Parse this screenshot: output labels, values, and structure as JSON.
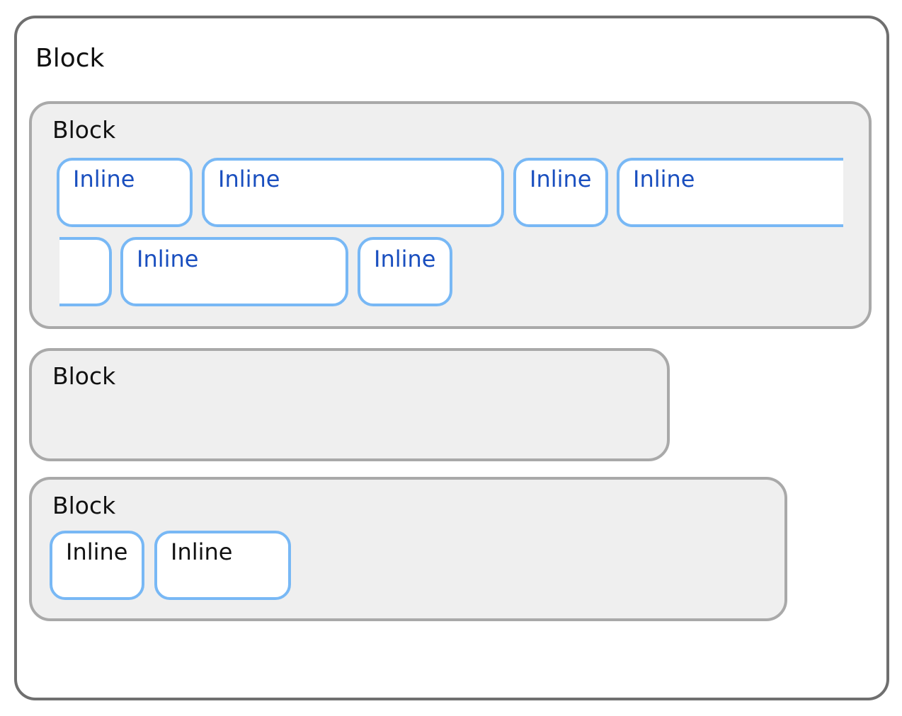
{
  "outer": {
    "label": "Block"
  },
  "block1": {
    "label": "Block",
    "inlines": [
      "Inline",
      "Inline",
      "Inline",
      "Inline",
      "Inline",
      "Inline"
    ]
  },
  "block2": {
    "label": "Block"
  },
  "block3": {
    "label": "Block",
    "inlines": [
      "Inline",
      "Inline"
    ]
  },
  "colors": {
    "outer_border": "#6f6f6f",
    "block_border": "#a9a9a9",
    "block_fill": "#efefef",
    "inline_border": "#78b8f5",
    "inline_text": "#1a4fbf"
  }
}
